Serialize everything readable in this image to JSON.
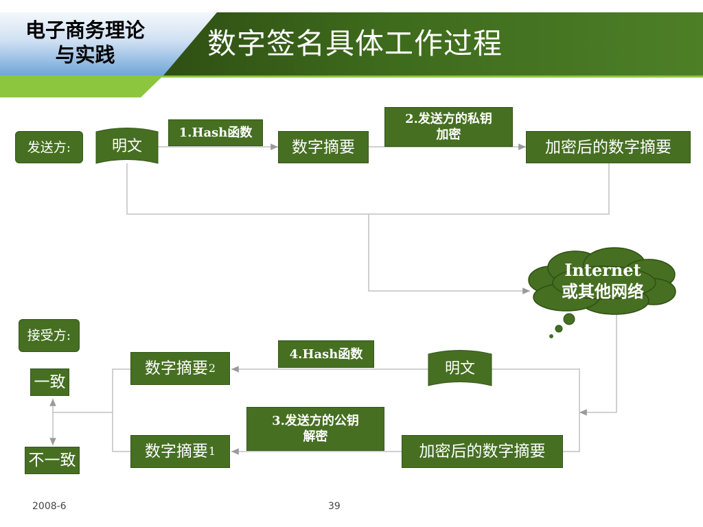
{
  "header": {
    "course_line1": "电子商务理论",
    "course_line2": "与实践",
    "title": "数字签名具体工作过程"
  },
  "sender": {
    "label": "发送方:",
    "plaintext": "明文",
    "step1": "1.Hash函数",
    "digest": "数字摘要",
    "step2_line1": "2.发送方的私钥",
    "step2_line2": "加密",
    "encrypted_digest": "加密后的数字摘要"
  },
  "network": {
    "line1": "Internet",
    "line2": "或其他网络"
  },
  "receiver": {
    "label": "接受方:",
    "plaintext": "明文",
    "step4": "4.Hash函数",
    "digest2": "数字摘要",
    "digest2_sub": "2",
    "step3_line1": "3.发送方的公钥",
    "step3_line2": "解密",
    "encrypted_digest": "加密后的数字摘要",
    "digest1": "数字摘要",
    "digest1_sub": "1",
    "consistent": "一致",
    "inconsistent": "不一致"
  },
  "footer": {
    "date": "2008-6",
    "page": "39"
  },
  "colors": {
    "box_green": "#466f22",
    "header_green": "#3d6a1c",
    "accent_lime": "#8cc63f",
    "header_blue": "#6fa6d8",
    "connector_gray": "#c0c0c0"
  }
}
